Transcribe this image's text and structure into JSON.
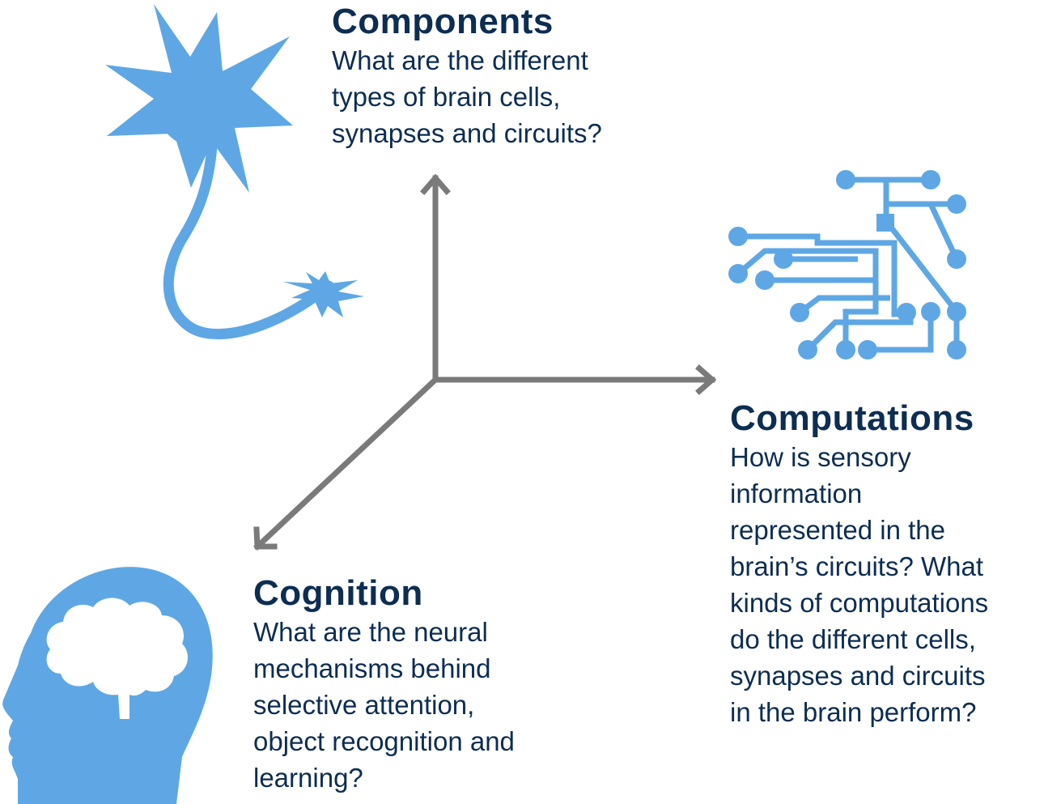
{
  "components": {
    "title": "Components",
    "text": "What are the different\ntypes of brain cells,\nsynapses and circuits?"
  },
  "computations": {
    "title": "Computations",
    "text": "How is sensory\ninformation\nrepresented in the\nbrain’s circuits? What\nkinds of computations\ndo the different cells,\nsynapses and circuits\nin the brain perform?"
  },
  "cognition": {
    "title": "Cognition",
    "text": "What are the neural\nmechanisms behind\nselective attention,\nobject recognition and\nlearning?"
  },
  "colors": {
    "icon_blue": "#5ea7e4",
    "axis_gray": "#7a7a7a",
    "text_navy": "#0d2d52"
  },
  "icons": [
    "neuron-icon",
    "circuit-icon",
    "head-brain-icon"
  ]
}
